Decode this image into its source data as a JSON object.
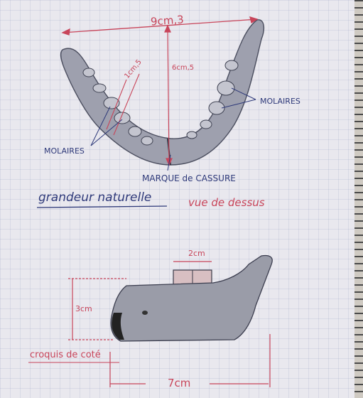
{
  "drawing": {
    "top_view": {
      "width_label": "9cm,3",
      "height_label": "6cm,5",
      "diag_label": "1cm,5",
      "label_molars_right": "MOLAIRES",
      "label_molars_left": "MOLAIRES",
      "label_break_mark": "MARQUE de CASSURE",
      "caption_main": "grandeur naturelle",
      "caption_view": "vue de dessus"
    },
    "side_view": {
      "tooth_width_label": "2cm",
      "height_label": "3cm",
      "length_label": "7cm",
      "caption": "croquis de coté"
    }
  },
  "colors": {
    "red_ink": "#c8455a",
    "blue_ink": "#2f3a7a",
    "pencil": "#5a5d6e",
    "paper": "#e9e8ee"
  }
}
